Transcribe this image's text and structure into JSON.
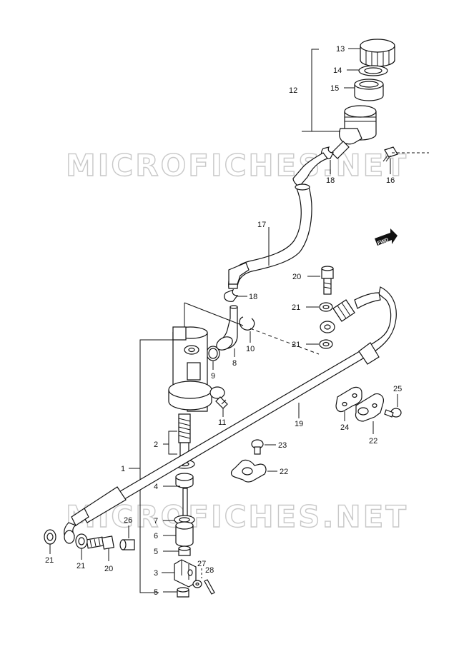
{
  "watermark": "MICROFICHES.NET",
  "direction_badge": "FWD",
  "callouts": [
    {
      "id": "c1",
      "label": "1"
    },
    {
      "id": "c2",
      "label": "2"
    },
    {
      "id": "c3",
      "label": "3"
    },
    {
      "id": "c4",
      "label": "4"
    },
    {
      "id": "c5a",
      "label": "5"
    },
    {
      "id": "c5b",
      "label": "5"
    },
    {
      "id": "c6",
      "label": "6"
    },
    {
      "id": "c7",
      "label": "7"
    },
    {
      "id": "c8",
      "label": "8"
    },
    {
      "id": "c9",
      "label": "9"
    },
    {
      "id": "c10",
      "label": "10"
    },
    {
      "id": "c11",
      "label": "11"
    },
    {
      "id": "c12",
      "label": "12"
    },
    {
      "id": "c13",
      "label": "13"
    },
    {
      "id": "c14",
      "label": "14"
    },
    {
      "id": "c15",
      "label": "15"
    },
    {
      "id": "c16",
      "label": "16"
    },
    {
      "id": "c17",
      "label": "17"
    },
    {
      "id": "c18a",
      "label": "18"
    },
    {
      "id": "c18b",
      "label": "18"
    },
    {
      "id": "c19",
      "label": "19"
    },
    {
      "id": "c20a",
      "label": "20"
    },
    {
      "id": "c20b",
      "label": "20"
    },
    {
      "id": "c21a",
      "label": "21"
    },
    {
      "id": "c21b",
      "label": "21"
    },
    {
      "id": "c21c",
      "label": "21"
    },
    {
      "id": "c21d",
      "label": "21"
    },
    {
      "id": "c22a",
      "label": "22"
    },
    {
      "id": "c22b",
      "label": "22"
    },
    {
      "id": "c23",
      "label": "23"
    },
    {
      "id": "c24",
      "label": "24"
    },
    {
      "id": "c25",
      "label": "25"
    },
    {
      "id": "c26",
      "label": "26"
    },
    {
      "id": "c27",
      "label": "27"
    },
    {
      "id": "c28",
      "label": "28"
    }
  ]
}
